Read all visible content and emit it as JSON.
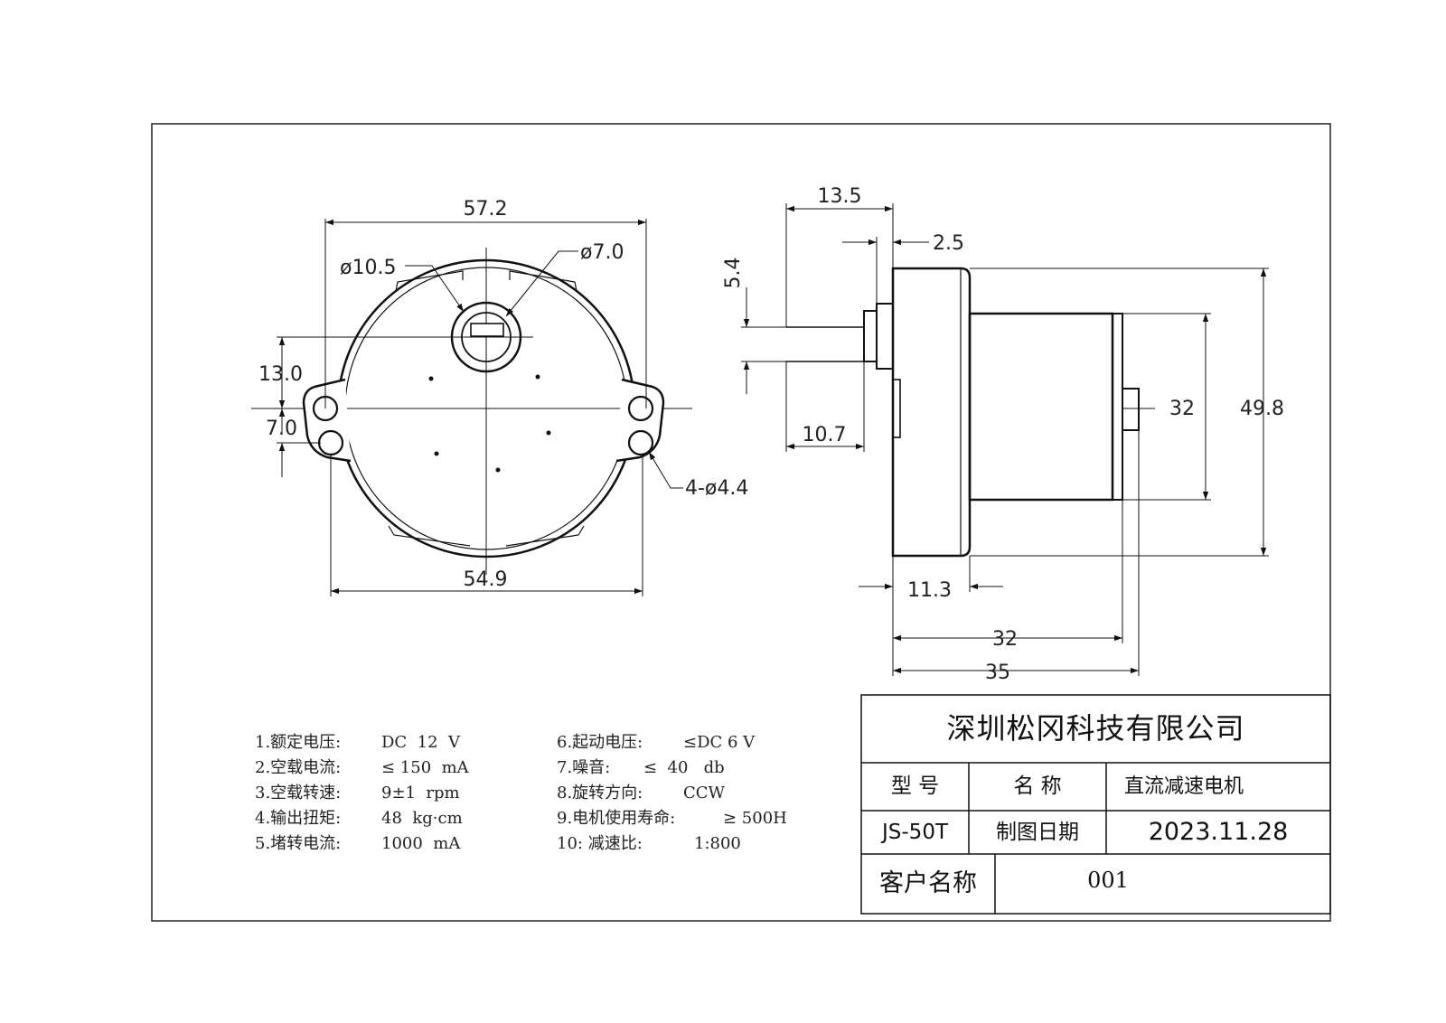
{
  "dimensions": {
    "front": {
      "width_outer": "57.2",
      "width_inner": "54.9",
      "shaft_diameter": "ø10.5",
      "hub_diameter": "ø7.0",
      "hole_offset_upper": "13.0",
      "hole_spacing": "7.0",
      "mount_holes": "4-ø4.4"
    },
    "side": {
      "shaft_length": "13.5",
      "shaft_step": "2.5",
      "shaft_flat": "5.4",
      "shaft_reach": "10.7",
      "flange_thickness": "11.3",
      "motor_diameter": "32",
      "housing_diameter": "49.8",
      "body_length": "32",
      "overall_length": "35"
    }
  },
  "specs": [
    {
      "label": "1.额定电压:",
      "value": "DC  12  V"
    },
    {
      "label": "2.空载电流:",
      "value": "≤ 150  mA"
    },
    {
      "label": "3.空载转速:",
      "value": "9±1  rpm"
    },
    {
      "label": "4.输出扭矩:",
      "value": "48  kg·cm"
    },
    {
      "label": "5.堵转电流:",
      "value": "1000  mA"
    },
    {
      "label": "6.起动电压:",
      "value": "≤DC 6 V"
    },
    {
      "label": "7.噪音:",
      "value": "≤  40   db"
    },
    {
      "label": "8.旋转方向:",
      "value": "CCW"
    },
    {
      "label": "9.电机使用寿命:",
      "value": "≥ 500H"
    },
    {
      "label": "10: 减速比:",
      "value": "1:800"
    }
  ],
  "title_block": {
    "company": "深圳松冈科技有限公司",
    "model_label": "型  号",
    "name_label": "名    称",
    "name_value": "直流减速电机",
    "model_value": "JS-50T",
    "date_label": "制图日期",
    "date_value": "2023.11.28",
    "customer_label": "客户名称",
    "customer_value": "001"
  }
}
